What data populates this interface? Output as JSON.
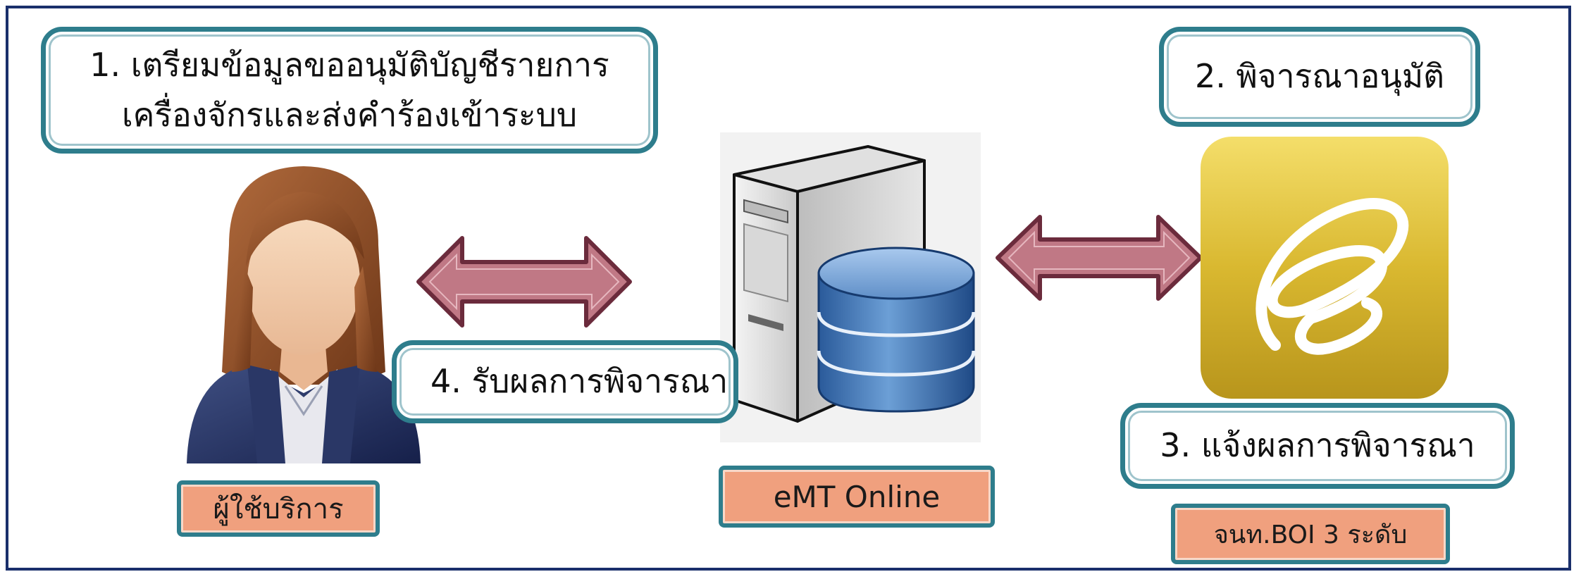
{
  "steps": {
    "prepare_line1": "1. เตรียมข้อมูลขออนุมัติบัญชีรายการ",
    "prepare_line2": "เครื่องจักรและส่งคำร้องเข้าระบบ",
    "approve": "2. พิจารณาอนุมัติ",
    "notify": "3. แจ้งผลการพิจารณา",
    "receive": "4. รับผลการพิจารณา"
  },
  "labels": {
    "user": "ผู้ใช้บริการ",
    "system": "eMT Online",
    "officer": "จนท.BOI 3 ระดับ"
  },
  "icons": {
    "user": "businesswoman-avatar-icon",
    "server": "server-database-icon",
    "boi": "boi-logo-icon",
    "arrow": "double-headed-arrow-icon"
  },
  "colors": {
    "frame": "#1a2f6b",
    "bubble_border": "#2e7d8c",
    "label_fill": "#f0a07e",
    "arrow_fill": "#c07885",
    "arrow_stroke": "#6b2b3c",
    "logo_gold": "#d9b830"
  }
}
